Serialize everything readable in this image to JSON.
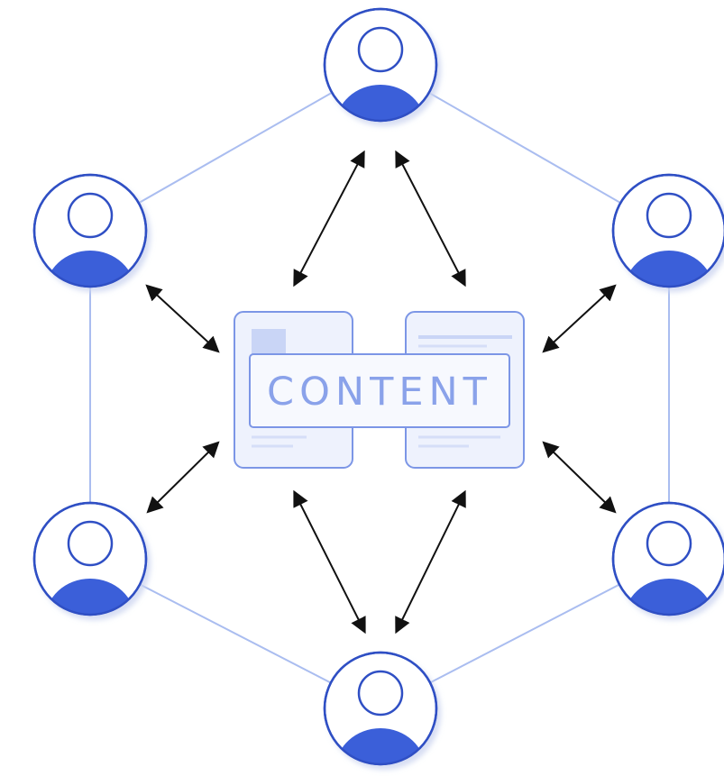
{
  "diagram": {
    "center_label": "CONTENT",
    "nodes": [
      {
        "name": "user-node-top",
        "icon": "user-avatar-icon"
      },
      {
        "name": "user-node-upper-left",
        "icon": "user-avatar-icon"
      },
      {
        "name": "user-node-upper-right",
        "icon": "user-avatar-icon"
      },
      {
        "name": "user-node-lower-left",
        "icon": "user-avatar-icon"
      },
      {
        "name": "user-node-lower-right",
        "icon": "user-avatar-icon"
      },
      {
        "name": "user-node-bottom",
        "icon": "user-avatar-icon"
      }
    ],
    "colors": {
      "accent": "#3b5fd9",
      "outline": "#2f4fc4",
      "light_line": "#aabdf0",
      "panel_fill": "#eef2fd",
      "panel_stroke": "#7c96e6",
      "label_color": "#8aa2ea",
      "arrow": "#111111"
    }
  }
}
